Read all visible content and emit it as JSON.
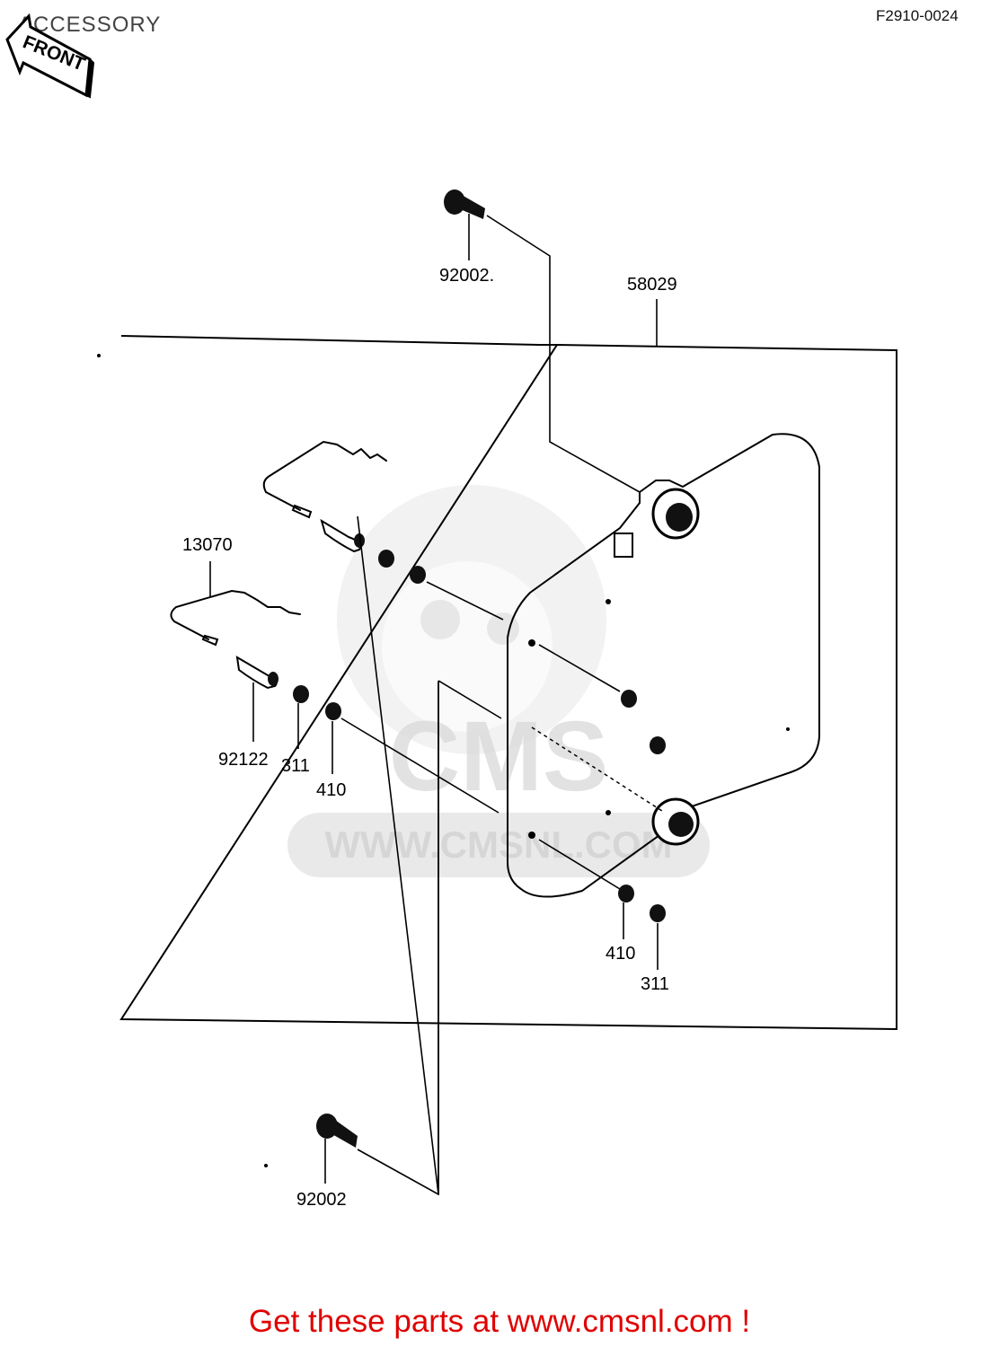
{
  "header": {
    "title": "ACCESSORY",
    "diagram_code": "F2910-0024",
    "front_arrow_label": "FRONT"
  },
  "watermark": {
    "logo_text": "CMS",
    "url_text": "WWW.CMSNL.COM"
  },
  "parts": [
    {
      "id": "top-bolt",
      "number": "92002."
    },
    {
      "id": "bracket-assembly",
      "number": "58029"
    },
    {
      "id": "hook-rod",
      "number": "13070"
    },
    {
      "id": "collar",
      "number": "92122"
    },
    {
      "id": "nut-left",
      "number": "311"
    },
    {
      "id": "washer-left",
      "number": "410"
    },
    {
      "id": "washer-right",
      "number": "410"
    },
    {
      "id": "nut-right",
      "number": "311"
    },
    {
      "id": "bottom-bolt",
      "number": "92002"
    }
  ],
  "footer": {
    "cta_text": "Get these parts at www.cmsnl.com !"
  }
}
